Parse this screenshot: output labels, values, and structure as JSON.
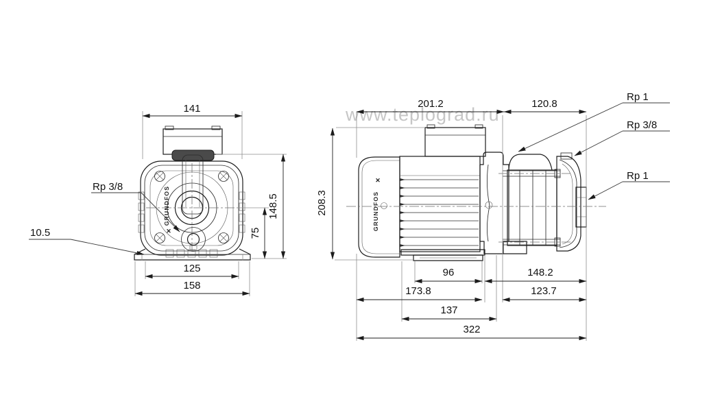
{
  "watermark": "www.teplograd.ru",
  "brand": "GRUNDFOS",
  "brand_mark": "✕",
  "colors": {
    "line": "#1c1c1c",
    "extension_line": "#8f8f8f",
    "watermark": "#c6c6c6",
    "background": "#ffffff"
  },
  "front_view": {
    "dim_width": "141",
    "dim_height": "148.5",
    "dim_port_center_height": "75",
    "dim_slot_span": "125",
    "dim_base_width": "158",
    "label_foot_hole": "10.5",
    "label_drain_port": "Rp 3/8"
  },
  "side_view": {
    "dim_motor_length": "201.2",
    "dim_pump_length": "120.8",
    "dim_total_height": "208.3",
    "dim_foot_pad_length": "96",
    "dim_port_to_foot": "148.2",
    "dim_motor_to_foot_edge": "173.8",
    "dim_port_to_head": "123.7",
    "dim_foot_length": "137",
    "dim_total_length": "322",
    "label_discharge_port": "Rp 1",
    "label_priming_plug": "Rp 3/8",
    "label_suction_port": "Rp 1"
  }
}
